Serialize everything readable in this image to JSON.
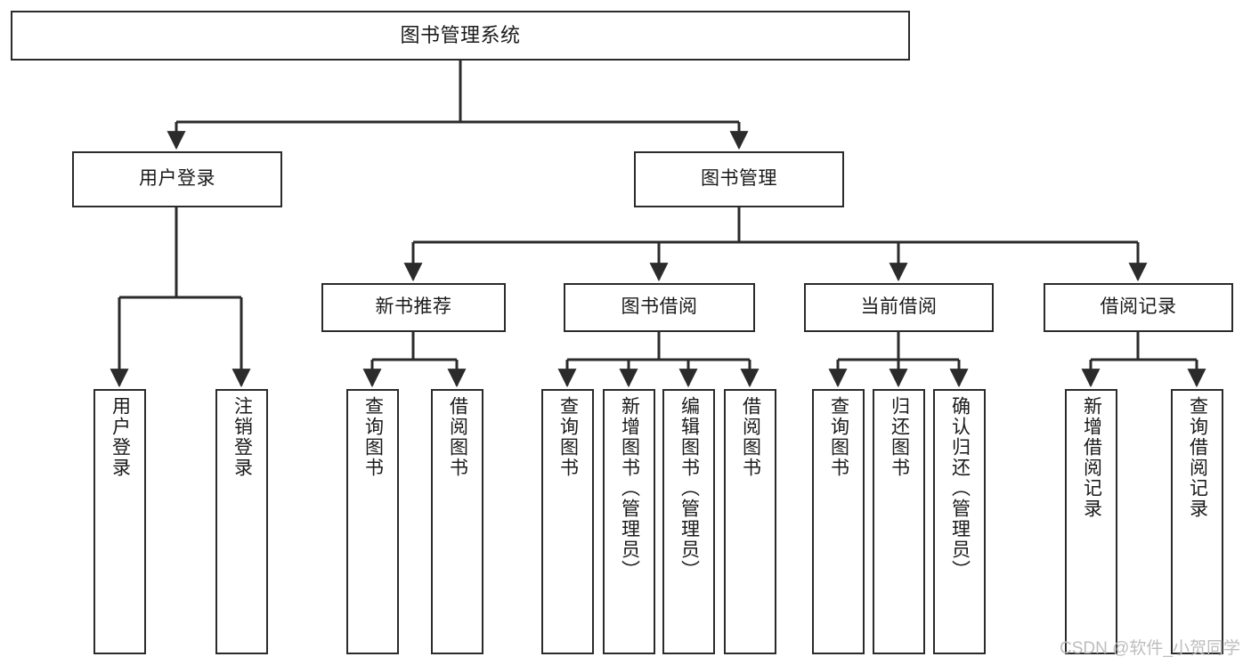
{
  "diagram": {
    "title": "图书管理系统",
    "style": {
      "box_border_color": "#2b2b2b",
      "box_fill_color": "#ffffff",
      "edge_color": "#2b2b2b",
      "text_color": "#1a1a1a",
      "background_color": "#ffffff"
    },
    "nodes": {
      "root": {
        "label": "图书管理系统"
      },
      "tier1": [
        {
          "id": "user-login",
          "label": "用户登录"
        },
        {
          "id": "book-management",
          "label": "图书管理"
        }
      ],
      "tier2": [
        {
          "id": "new-book-recommend",
          "label": "新书推荐"
        },
        {
          "id": "book-borrow",
          "label": "图书借阅"
        },
        {
          "id": "current-borrow",
          "label": "当前借阅"
        },
        {
          "id": "borrow-record",
          "label": "借阅记录"
        }
      ],
      "leaves": {
        "user-login": [
          {
            "id": "leaf-user-login",
            "label": "用户登录"
          },
          {
            "id": "leaf-logout-login",
            "label": "注销登录"
          }
        ],
        "new-book-recommend": [
          {
            "id": "leaf-query-book-1",
            "label": "查询图书"
          },
          {
            "id": "leaf-borrow-book-1",
            "label": "借阅图书"
          }
        ],
        "book-borrow": [
          {
            "id": "leaf-query-book-2",
            "label": "查询图书"
          },
          {
            "id": "leaf-add-book-admin",
            "label": "新增图书（管理员）"
          },
          {
            "id": "leaf-edit-book-admin",
            "label": "编辑图书（管理员）"
          },
          {
            "id": "leaf-borrow-book-2",
            "label": "借阅图书"
          }
        ],
        "current-borrow": [
          {
            "id": "leaf-query-book-3",
            "label": "查询图书"
          },
          {
            "id": "leaf-return-book",
            "label": "归还图书"
          },
          {
            "id": "leaf-confirm-return-admin",
            "label": "确认归还（管理员）"
          }
        ],
        "borrow-record": [
          {
            "id": "leaf-add-borrow-record",
            "label": "新增借阅记录"
          },
          {
            "id": "leaf-query-borrow-record",
            "label": "查询借阅记录"
          }
        ]
      }
    }
  },
  "watermark": {
    "text": "CSDN @软件_小贺同学"
  }
}
